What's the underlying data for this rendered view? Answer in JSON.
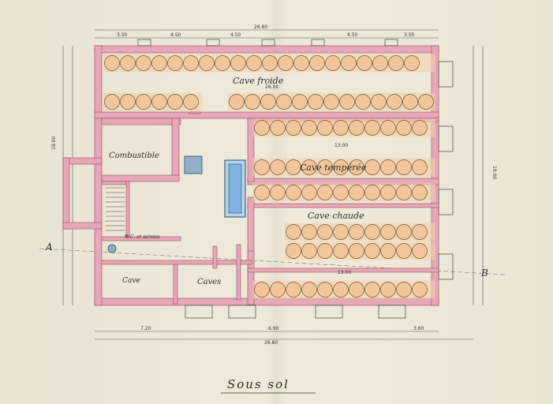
{
  "title": "Sous sol",
  "rooms": {
    "cave_froide": "Cave froide",
    "cave_temperee": "Cave tempérée",
    "cave_chaude": "Cave chaude",
    "combustible": "Combustible",
    "cave": "Cave",
    "caves": "Caves",
    "wc": "W.C. et service"
  },
  "section_marks": {
    "a": "A",
    "b": "B"
  },
  "dimensions": {
    "top_total": "26.80",
    "top_segments": [
      "3.50",
      "4.50",
      "4.50",
      "4.50",
      "3.50"
    ],
    "bottom_total": "26.80",
    "bottom_segments": [
      "7.20",
      "6.90",
      "3.60"
    ],
    "left_total": "19.00",
    "right_total": "19.00",
    "cave_froide_width": "26.00",
    "cave_temperee_width": "13.00",
    "bottom_row_width": "13.00"
  },
  "colors": {
    "wall_fill": "#e6a8b8",
    "wall_edge": "#9a4a5c",
    "barrel_fill": "#f2c69a",
    "barrel_edge": "#6a5238",
    "water": "#7fb4e0",
    "ink": "#2b2b2b"
  }
}
